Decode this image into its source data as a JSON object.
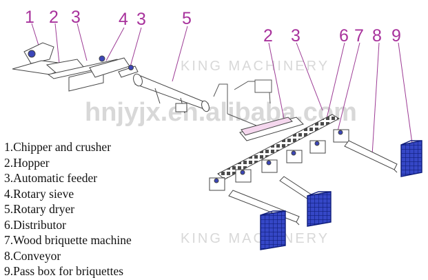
{
  "callouts": [
    "1",
    "2",
    "3",
    "4",
    "3",
    "5",
    "2",
    "3",
    "6",
    "7",
    "8",
    "9"
  ],
  "legend": [
    "1.Chipper and crusher",
    "2.Hopper",
    "3.Automatic feeder",
    "4.Rotary sieve",
    "5.Rotary dryer",
    "6.Distributor",
    "7.Wood briquette machine",
    "8.Conveyor",
    "9.Pass box for briquettes"
  ],
  "watermark": {
    "site": "hnjyjx.en.alibaba.com",
    "company_upper": "KING MACHINERY",
    "company_lower": "KING MACHINERY"
  },
  "colors": {
    "callout": "#a8329c",
    "line": "#444444",
    "crate": "#2d3fb8",
    "accent": "#d98cc8"
  }
}
